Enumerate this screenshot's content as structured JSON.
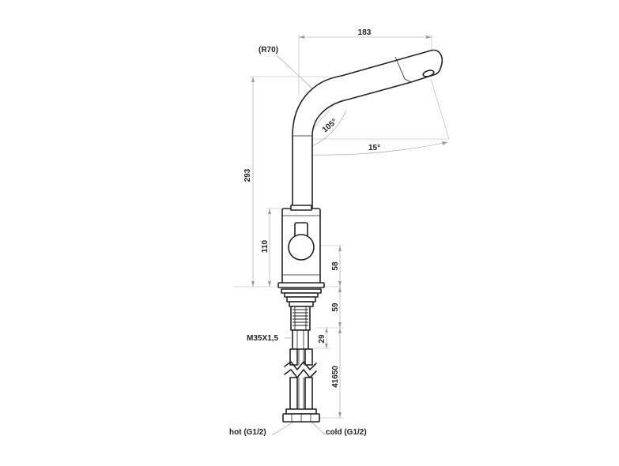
{
  "drawing": {
    "dimensions": {
      "reach": "183",
      "radius": "(R70)",
      "spout_angle": "105°",
      "tilt_angle": "15°",
      "total_height": "293",
      "body_height": "110",
      "handle_height": "58",
      "shank_length": "59",
      "thread_length": "29",
      "hose_length": "41650"
    },
    "labels": {
      "thread": "M35X1,5",
      "hot": "hot (G1/2)",
      "cold": "cold (G1/2)"
    }
  }
}
